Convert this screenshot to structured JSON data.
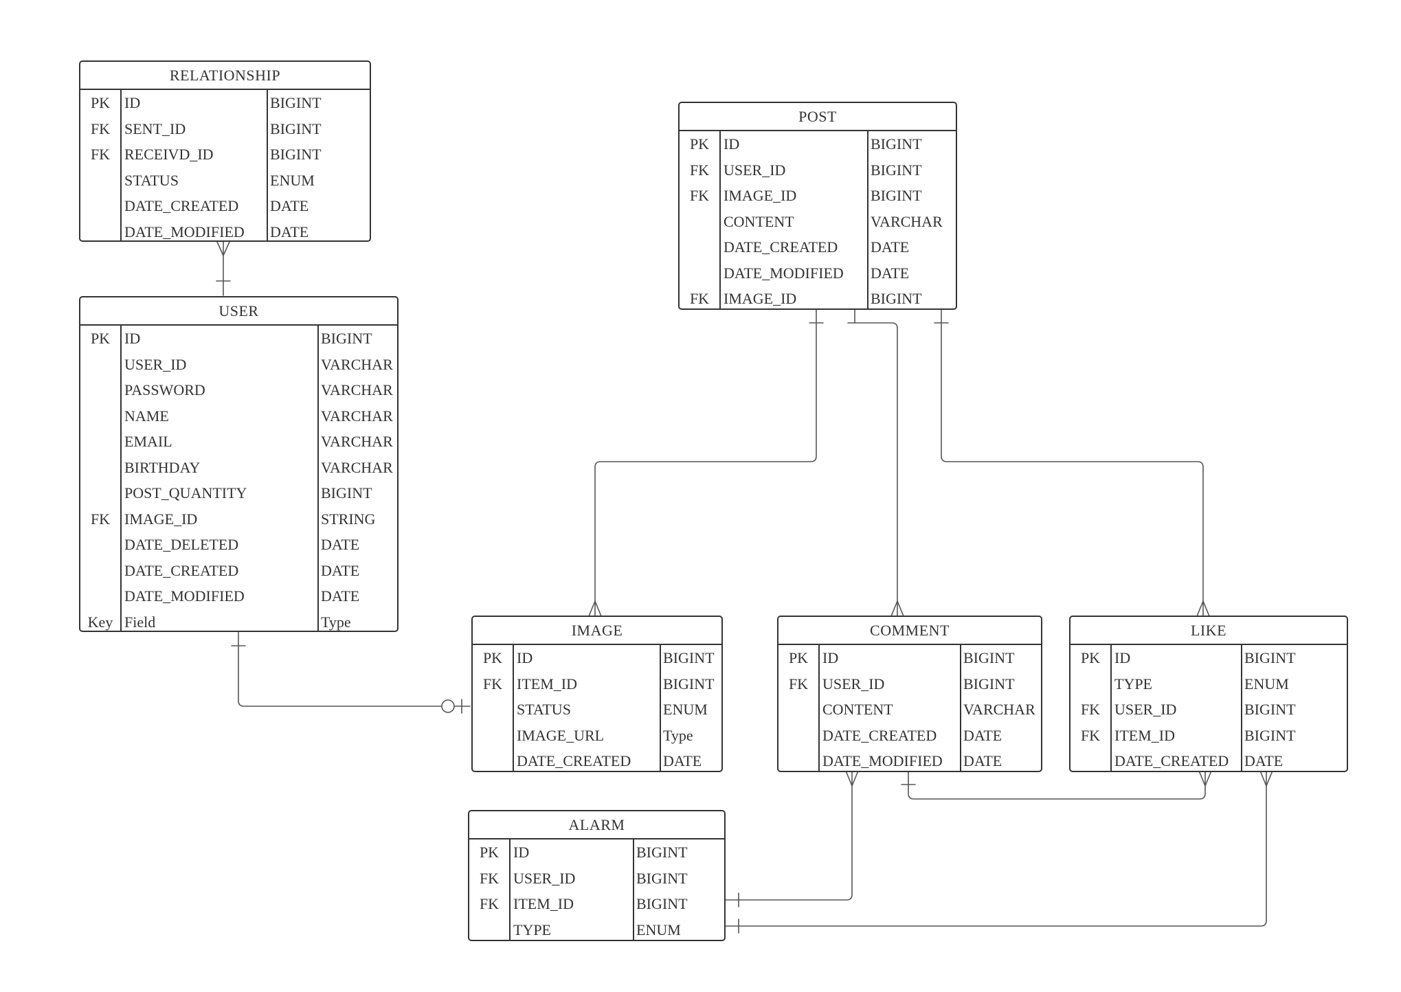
{
  "entities": [
    {
      "id": "relationship",
      "title": "RELATIONSHIP",
      "rows": [
        {
          "key": "PK",
          "field": "ID",
          "type": "BIGINT"
        },
        {
          "key": "FK",
          "field": "SENT_ID",
          "type": "BIGINT"
        },
        {
          "key": "FK",
          "field": "RECEIVD_ID",
          "type": "BIGINT"
        },
        {
          "key": "",
          "field": "STATUS",
          "type": "ENUM"
        },
        {
          "key": "",
          "field": "DATE_CREATED",
          "type": "DATE"
        },
        {
          "key": "",
          "field": "DATE_MODIFIED",
          "type": "DATE"
        }
      ]
    },
    {
      "id": "user",
      "title": "USER",
      "rows": [
        {
          "key": "PK",
          "field": "ID",
          "type": "BIGINT"
        },
        {
          "key": "",
          "field": "USER_ID",
          "type": "VARCHAR"
        },
        {
          "key": "",
          "field": "PASSWORD",
          "type": "VARCHAR"
        },
        {
          "key": "",
          "field": "NAME",
          "type": "VARCHAR"
        },
        {
          "key": "",
          "field": "EMAIL",
          "type": "VARCHAR"
        },
        {
          "key": "",
          "field": "BIRTHDAY",
          "type": "VARCHAR"
        },
        {
          "key": "",
          "field": "POST_QUANTITY",
          "type": "BIGINT"
        },
        {
          "key": "FK",
          "field": "IMAGE_ID",
          "type": "STRING"
        },
        {
          "key": "",
          "field": "DATE_DELETED",
          "type": "DATE"
        },
        {
          "key": "",
          "field": "DATE_CREATED",
          "type": "DATE"
        },
        {
          "key": "",
          "field": "DATE_MODIFIED",
          "type": "DATE"
        },
        {
          "key": "Key",
          "field": "Field",
          "type": "Type"
        }
      ]
    },
    {
      "id": "post",
      "title": "POST",
      "rows": [
        {
          "key": "PK",
          "field": "ID",
          "type": "BIGINT"
        },
        {
          "key": "FK",
          "field": "USER_ID",
          "type": "BIGINT"
        },
        {
          "key": "FK",
          "field": "IMAGE_ID",
          "type": "BIGINT"
        },
        {
          "key": "",
          "field": "CONTENT",
          "type": "VARCHAR"
        },
        {
          "key": "",
          "field": "DATE_CREATED",
          "type": "DATE"
        },
        {
          "key": "",
          "field": "DATE_MODIFIED",
          "type": "DATE"
        },
        {
          "key": "FK",
          "field": "IMAGE_ID",
          "type": "BIGINT"
        }
      ]
    },
    {
      "id": "image",
      "title": "IMAGE",
      "rows": [
        {
          "key": "PK",
          "field": "ID",
          "type": "BIGINT"
        },
        {
          "key": "FK",
          "field": "ITEM_ID",
          "type": "BIGINT"
        },
        {
          "key": "",
          "field": "STATUS",
          "type": "ENUM"
        },
        {
          "key": "",
          "field": "IMAGE_URL",
          "type": "Type"
        },
        {
          "key": "",
          "field": "DATE_CREATED",
          "type": "DATE"
        }
      ]
    },
    {
      "id": "comment",
      "title": "COMMENT",
      "rows": [
        {
          "key": "PK",
          "field": "ID",
          "type": "BIGINT"
        },
        {
          "key": "FK",
          "field": "USER_ID",
          "type": "BIGINT"
        },
        {
          "key": "",
          "field": "CONTENT",
          "type": "VARCHAR"
        },
        {
          "key": "",
          "field": "DATE_CREATED",
          "type": "DATE"
        },
        {
          "key": "",
          "field": "DATE_MODIFIED",
          "type": "DATE"
        }
      ]
    },
    {
      "id": "like",
      "title": "LIKE",
      "rows": [
        {
          "key": "PK",
          "field": "ID",
          "type": "BIGINT"
        },
        {
          "key": "",
          "field": "TYPE",
          "type": "ENUM"
        },
        {
          "key": "FK",
          "field": "USER_ID",
          "type": "BIGINT"
        },
        {
          "key": "FK",
          "field": "ITEM_ID",
          "type": "BIGINT"
        },
        {
          "key": "",
          "field": "DATE_CREATED",
          "type": "DATE"
        }
      ]
    },
    {
      "id": "alarm",
      "title": "ALARM",
      "rows": [
        {
          "key": "PK",
          "field": "ID",
          "type": "BIGINT"
        },
        {
          "key": "FK",
          "field": "USER_ID",
          "type": "BIGINT"
        },
        {
          "key": "FK",
          "field": "ITEM_ID",
          "type": "BIGINT"
        },
        {
          "key": "",
          "field": "TYPE",
          "type": "ENUM"
        }
      ]
    }
  ],
  "relations": [
    {
      "from": "relationship",
      "to": "user",
      "from_end": "many",
      "to_end": "one"
    },
    {
      "from": "user",
      "to": "image",
      "from_end": "one",
      "to_end": "zero-or-one"
    },
    {
      "from": "post",
      "to": "image",
      "from_end": "one",
      "to_end": "many"
    },
    {
      "from": "post",
      "to": "comment",
      "from_end": "one",
      "to_end": "many"
    },
    {
      "from": "post",
      "to": "like",
      "from_end": "one",
      "to_end": "many"
    },
    {
      "from": "comment",
      "to": "like",
      "from_end": "one",
      "to_end": "many"
    },
    {
      "from": "comment",
      "to": "alarm",
      "from_end": "many",
      "to_end": "one"
    },
    {
      "from": "like",
      "to": "alarm",
      "from_end": "many",
      "to_end": "one"
    }
  ]
}
